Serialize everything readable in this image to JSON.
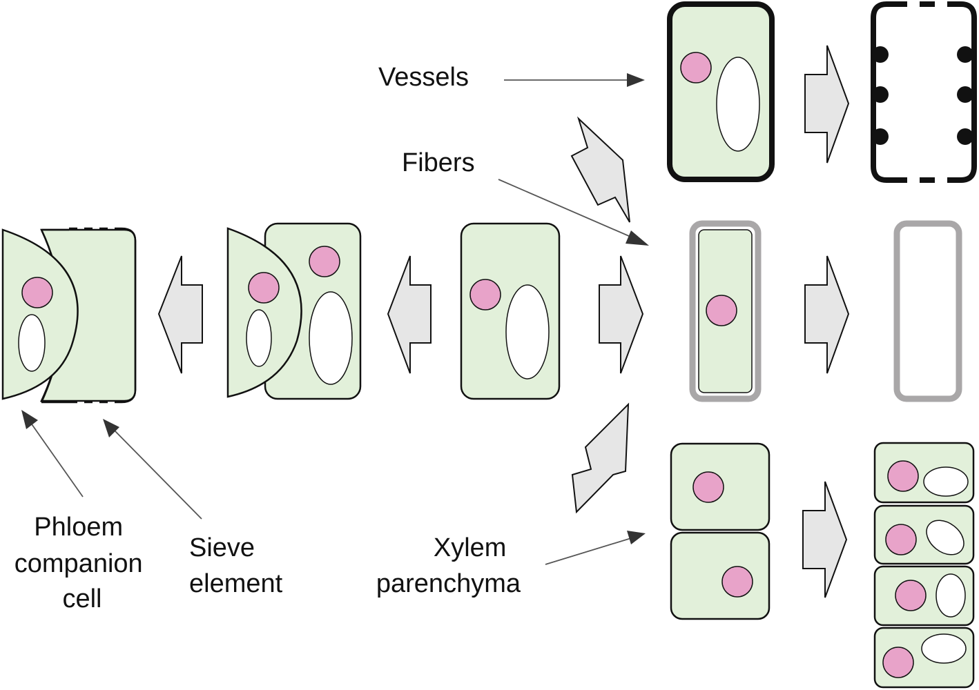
{
  "labels": {
    "vessels": "Vessels",
    "fibers": "Fibers",
    "phloem_line1": "Phloem",
    "phloem_line2": "companion",
    "phloem_line3": "cell",
    "sieve_line1": "Sieve",
    "sieve_line2": "element",
    "xylem_line1": "Xylem",
    "xylem_line2": "parenchyma"
  },
  "colors": {
    "cytoplasm": "#e2f0da",
    "nucleus": "#e8a3c9",
    "vacuole": "#ffffff",
    "arrow_fill": "#e6e6e6",
    "fiber_wall": "#a9a7a8",
    "vessel_wall": "#111111"
  }
}
